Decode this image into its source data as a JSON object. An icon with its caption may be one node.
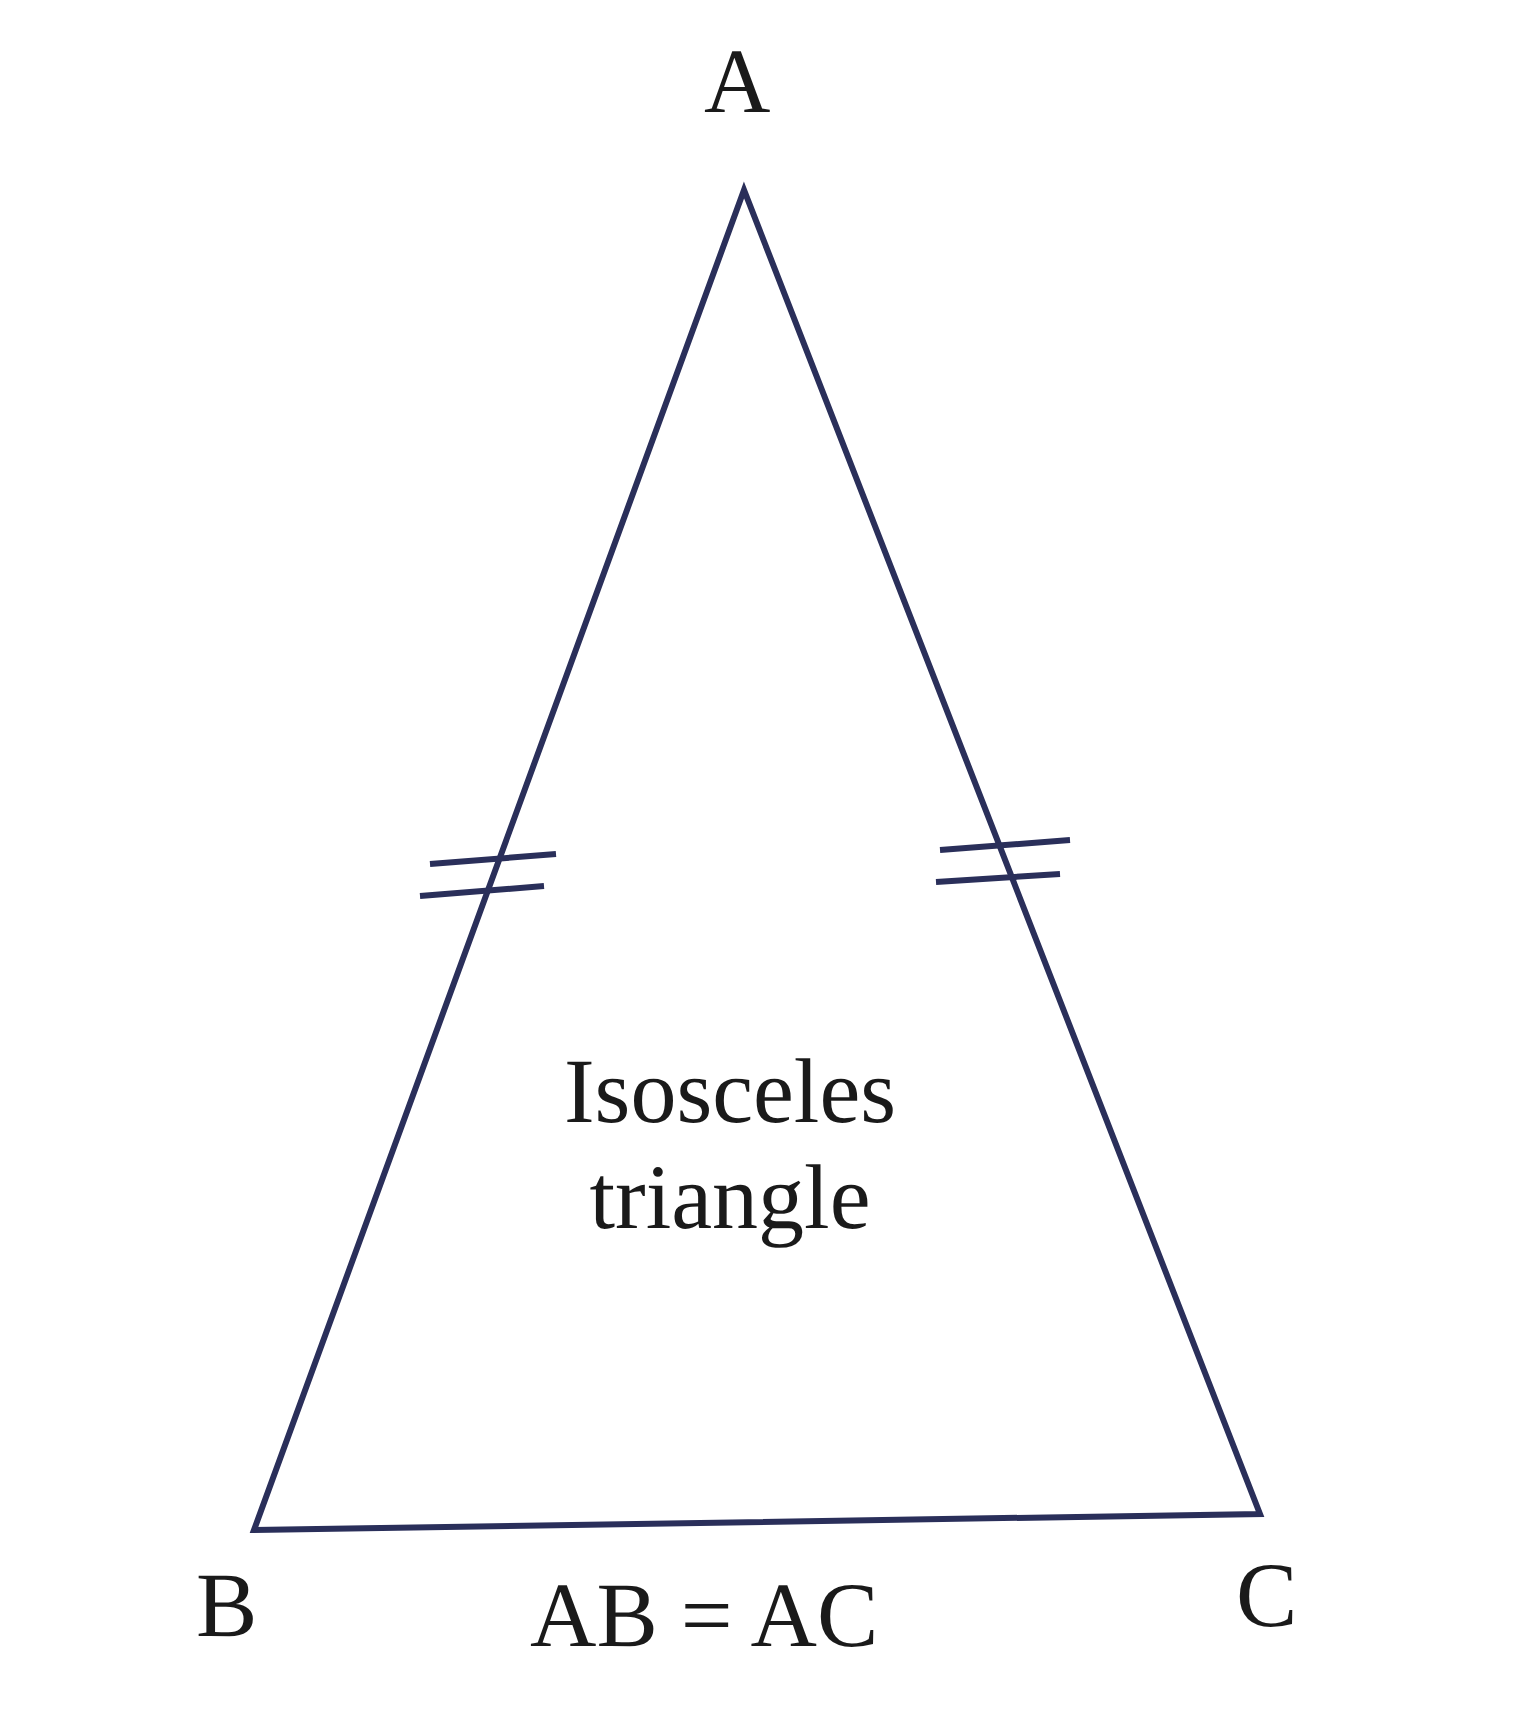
{
  "diagram": {
    "nodes": [
      {
        "text": [
          "Isosceles triangle"
        ]
      }
    ],
    "labels": [
      "A",
      "B",
      "AB = AC",
      "C"
    ]
  }
}
